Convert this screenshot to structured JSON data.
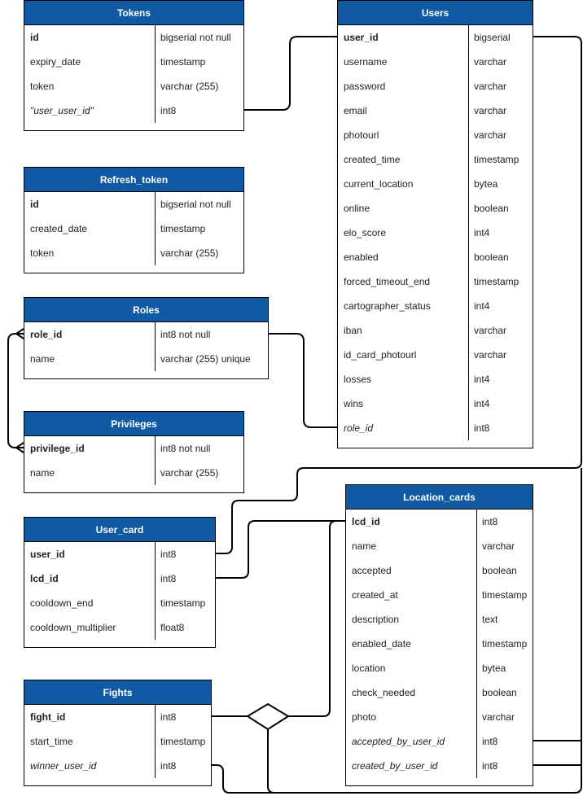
{
  "entities": {
    "tokens": {
      "title": "Tokens",
      "rows": [
        {
          "name": "id",
          "type": "bigserial not null",
          "kind": "pk"
        },
        {
          "name": "expiry_date",
          "type": "timestamp",
          "kind": ""
        },
        {
          "name": "token",
          "type": "varchar (255)",
          "kind": ""
        },
        {
          "name": "\"user_user_id\"",
          "type": "int8",
          "kind": "fk"
        }
      ]
    },
    "refresh_token": {
      "title": "Refresh_token",
      "rows": [
        {
          "name": "id",
          "type": "bigserial not null",
          "kind": "pk"
        },
        {
          "name": "created_date",
          "type": "timestamp",
          "kind": ""
        },
        {
          "name": "token",
          "type": "varchar (255)",
          "kind": ""
        }
      ]
    },
    "roles": {
      "title": "Roles",
      "rows": [
        {
          "name": "role_id",
          "type": "int8 not null",
          "kind": "pk"
        },
        {
          "name": "name",
          "type": "varchar (255) unique",
          "kind": ""
        }
      ]
    },
    "privileges": {
      "title": "Privileges",
      "rows": [
        {
          "name": "privilege_id",
          "type": "int8 not null",
          "kind": "pk"
        },
        {
          "name": "name",
          "type": "varchar (255)",
          "kind": ""
        }
      ]
    },
    "user_card": {
      "title": "User_card",
      "rows": [
        {
          "name": "user_id",
          "type": "int8",
          "kind": "pk"
        },
        {
          "name": "lcd_id",
          "type": "int8",
          "kind": "pk"
        },
        {
          "name": "cooldown_end",
          "type": "timestamp",
          "kind": ""
        },
        {
          "name": "cooldown_multiplier",
          "type": "float8",
          "kind": ""
        }
      ]
    },
    "fights": {
      "title": "Fights",
      "rows": [
        {
          "name": "fight_id",
          "type": "int8",
          "kind": "pk"
        },
        {
          "name": "start_time",
          "type": "timestamp",
          "kind": ""
        },
        {
          "name": "winner_user_id",
          "type": "int8",
          "kind": "fk"
        }
      ]
    },
    "users": {
      "title": "Users",
      "rows": [
        {
          "name": "user_id",
          "type": "bigserial",
          "kind": "pk"
        },
        {
          "name": "username",
          "type": "varchar",
          "kind": ""
        },
        {
          "name": "password",
          "type": "varchar",
          "kind": ""
        },
        {
          "name": "email",
          "type": "varchar",
          "kind": ""
        },
        {
          "name": "photourl",
          "type": "varchar",
          "kind": ""
        },
        {
          "name": "created_time",
          "type": "timestamp",
          "kind": ""
        },
        {
          "name": "current_location",
          "type": "bytea",
          "kind": ""
        },
        {
          "name": "online",
          "type": "boolean",
          "kind": ""
        },
        {
          "name": "elo_score",
          "type": "int4",
          "kind": ""
        },
        {
          "name": "enabled",
          "type": "boolean",
          "kind": ""
        },
        {
          "name": "forced_timeout_end",
          "type": "timestamp",
          "kind": ""
        },
        {
          "name": "cartographer_status",
          "type": "int4",
          "kind": ""
        },
        {
          "name": "iban",
          "type": "varchar",
          "kind": ""
        },
        {
          "name": "id_card_photourl",
          "type": "varchar",
          "kind": ""
        },
        {
          "name": "losses",
          "type": "int4",
          "kind": ""
        },
        {
          "name": "wins",
          "type": "int4",
          "kind": ""
        },
        {
          "name": "role_id",
          "type": "int8",
          "kind": "fk"
        }
      ]
    },
    "location_cards": {
      "title": "Location_cards",
      "rows": [
        {
          "name": "lcd_id",
          "type": "int8",
          "kind": "pk"
        },
        {
          "name": "name",
          "type": "varchar",
          "kind": ""
        },
        {
          "name": "accepted",
          "type": "boolean",
          "kind": ""
        },
        {
          "name": "created_at",
          "type": "timestamp",
          "kind": ""
        },
        {
          "name": "description",
          "type": "text",
          "kind": ""
        },
        {
          "name": "enabled_date",
          "type": "timestamp",
          "kind": ""
        },
        {
          "name": "location",
          "type": "bytea",
          "kind": ""
        },
        {
          "name": "check_needed",
          "type": "boolean",
          "kind": ""
        },
        {
          "name": "photo",
          "type": "varchar",
          "kind": ""
        },
        {
          "name": "accepted_by_user_id",
          "type": "int8",
          "kind": "fk"
        },
        {
          "name": "created_by_user_id",
          "type": "int8",
          "kind": "fk"
        }
      ]
    }
  },
  "colors": {
    "header": "#0f5aa3",
    "header_text": "#ffffff",
    "border": "#000000",
    "text": "#222222"
  }
}
